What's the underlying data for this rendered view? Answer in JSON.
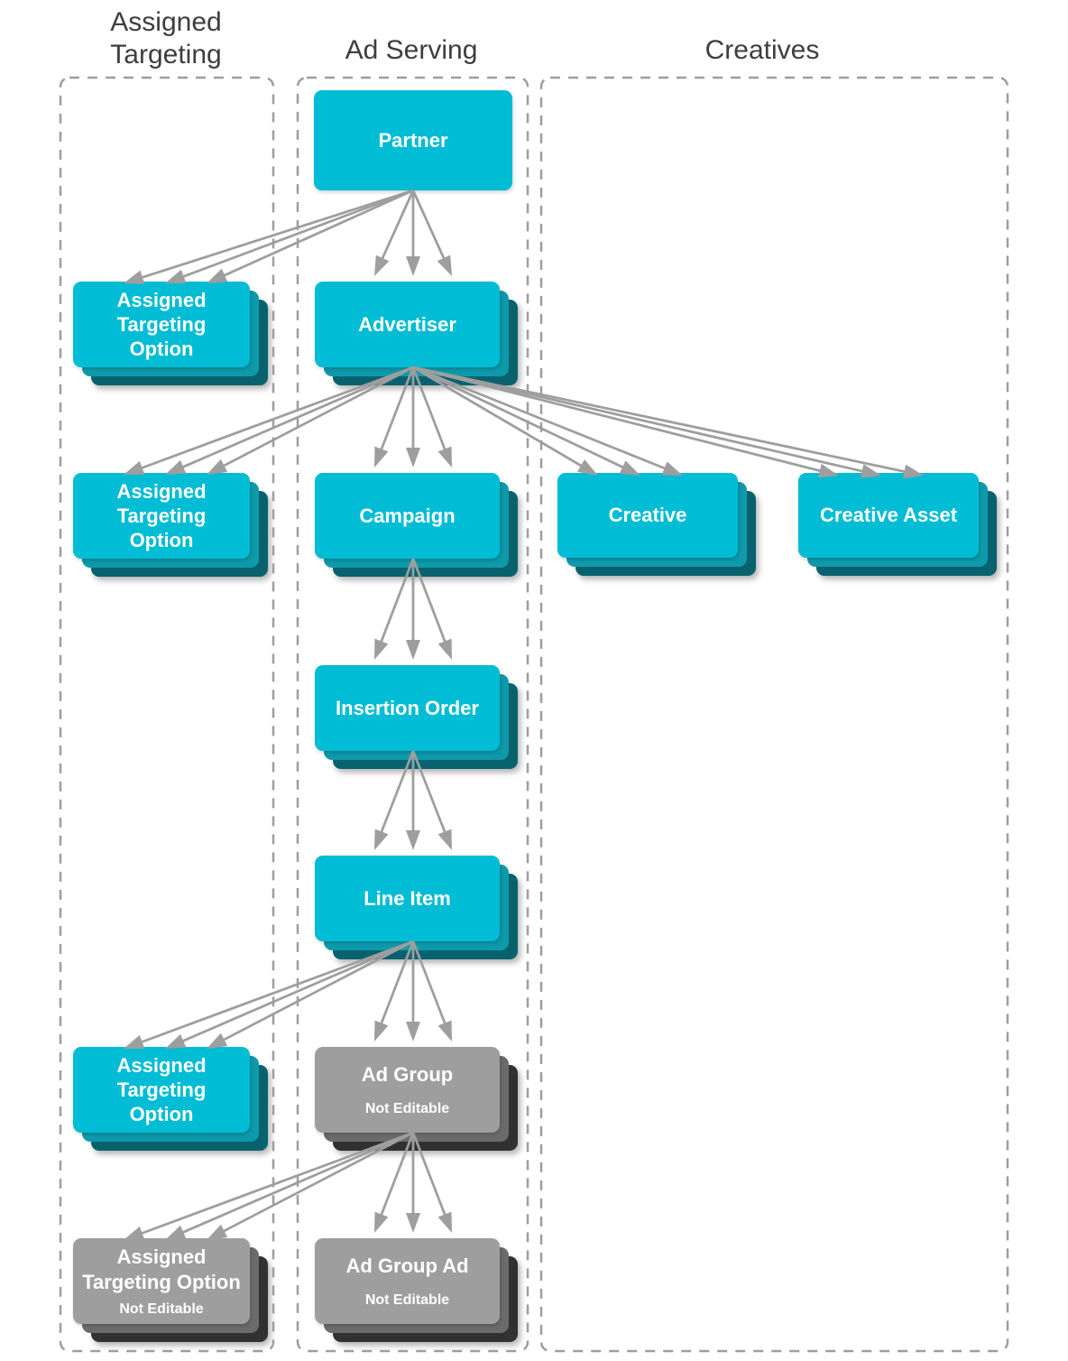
{
  "columns": [
    {
      "id": "assigned_targeting",
      "title": "Assigned Targeting"
    },
    {
      "id": "ad_serving",
      "title": "Ad Serving"
    },
    {
      "id": "creatives",
      "title": "Creatives"
    }
  ],
  "nodes": {
    "partner": {
      "label": "Partner",
      "column": "ad_serving",
      "editable": true,
      "stacked": false
    },
    "assigned_targeting_option_partner": {
      "label": "Assigned\nTargeting\nOption",
      "column": "assigned_targeting",
      "editable": true,
      "stacked": true
    },
    "advertiser": {
      "label": "Advertiser",
      "column": "ad_serving",
      "editable": true,
      "stacked": true
    },
    "assigned_targeting_option_advertiser": {
      "label": "Assigned\nTargeting\nOption",
      "column": "assigned_targeting",
      "editable": true,
      "stacked": true
    },
    "campaign": {
      "label": "Campaign",
      "column": "ad_serving",
      "editable": true,
      "stacked": true
    },
    "creative": {
      "label": "Creative",
      "column": "creatives",
      "editable": true,
      "stacked": true
    },
    "creative_asset": {
      "label": "Creative Asset",
      "column": "creatives",
      "editable": true,
      "stacked": true
    },
    "insertion_order": {
      "label": "Insertion Order",
      "column": "ad_serving",
      "editable": true,
      "stacked": true
    },
    "line_item": {
      "label": "Line Item",
      "column": "ad_serving",
      "editable": true,
      "stacked": true
    },
    "assigned_targeting_option_line_item": {
      "label": "Assigned\nTargeting\nOption",
      "column": "assigned_targeting",
      "editable": true,
      "stacked": true
    },
    "ad_group": {
      "label": "Ad Group",
      "sublabel": "Not Editable",
      "column": "ad_serving",
      "editable": false,
      "stacked": true
    },
    "assigned_targeting_option_ad_group": {
      "label": "Assigned\nTargeting Option",
      "sublabel": "Not Editable",
      "column": "assigned_targeting",
      "editable": false,
      "stacked": true
    },
    "ad_group_ad": {
      "label": "Ad Group Ad",
      "sublabel": "Not Editable",
      "column": "ad_serving",
      "editable": false,
      "stacked": true
    }
  },
  "edges": [
    {
      "from": "partner",
      "to": "advertiser"
    },
    {
      "from": "partner",
      "to": "assigned_targeting_option_partner"
    },
    {
      "from": "advertiser",
      "to": "assigned_targeting_option_advertiser"
    },
    {
      "from": "advertiser",
      "to": "campaign"
    },
    {
      "from": "advertiser",
      "to": "creative"
    },
    {
      "from": "advertiser",
      "to": "creative_asset"
    },
    {
      "from": "campaign",
      "to": "insertion_order"
    },
    {
      "from": "insertion_order",
      "to": "line_item"
    },
    {
      "from": "line_item",
      "to": "assigned_targeting_option_line_item"
    },
    {
      "from": "line_item",
      "to": "ad_group"
    },
    {
      "from": "ad_group",
      "to": "assigned_targeting_option_ad_group"
    },
    {
      "from": "ad_group",
      "to": "ad_group_ad"
    }
  ],
  "colors": {
    "editable_fill": "#00BCD4",
    "editable_layer2": "#0E9AAB",
    "editable_layer3": "#07626E",
    "not_editable_fill": "#9E9E9E",
    "not_editable_layer2": "#6B6B6B",
    "not_editable_layer3": "#313131",
    "arrow": "#9E9E9E",
    "border": "#9E9E9E",
    "header_text": "#3E3E3E",
    "box_text": "#FFFFFF"
  }
}
